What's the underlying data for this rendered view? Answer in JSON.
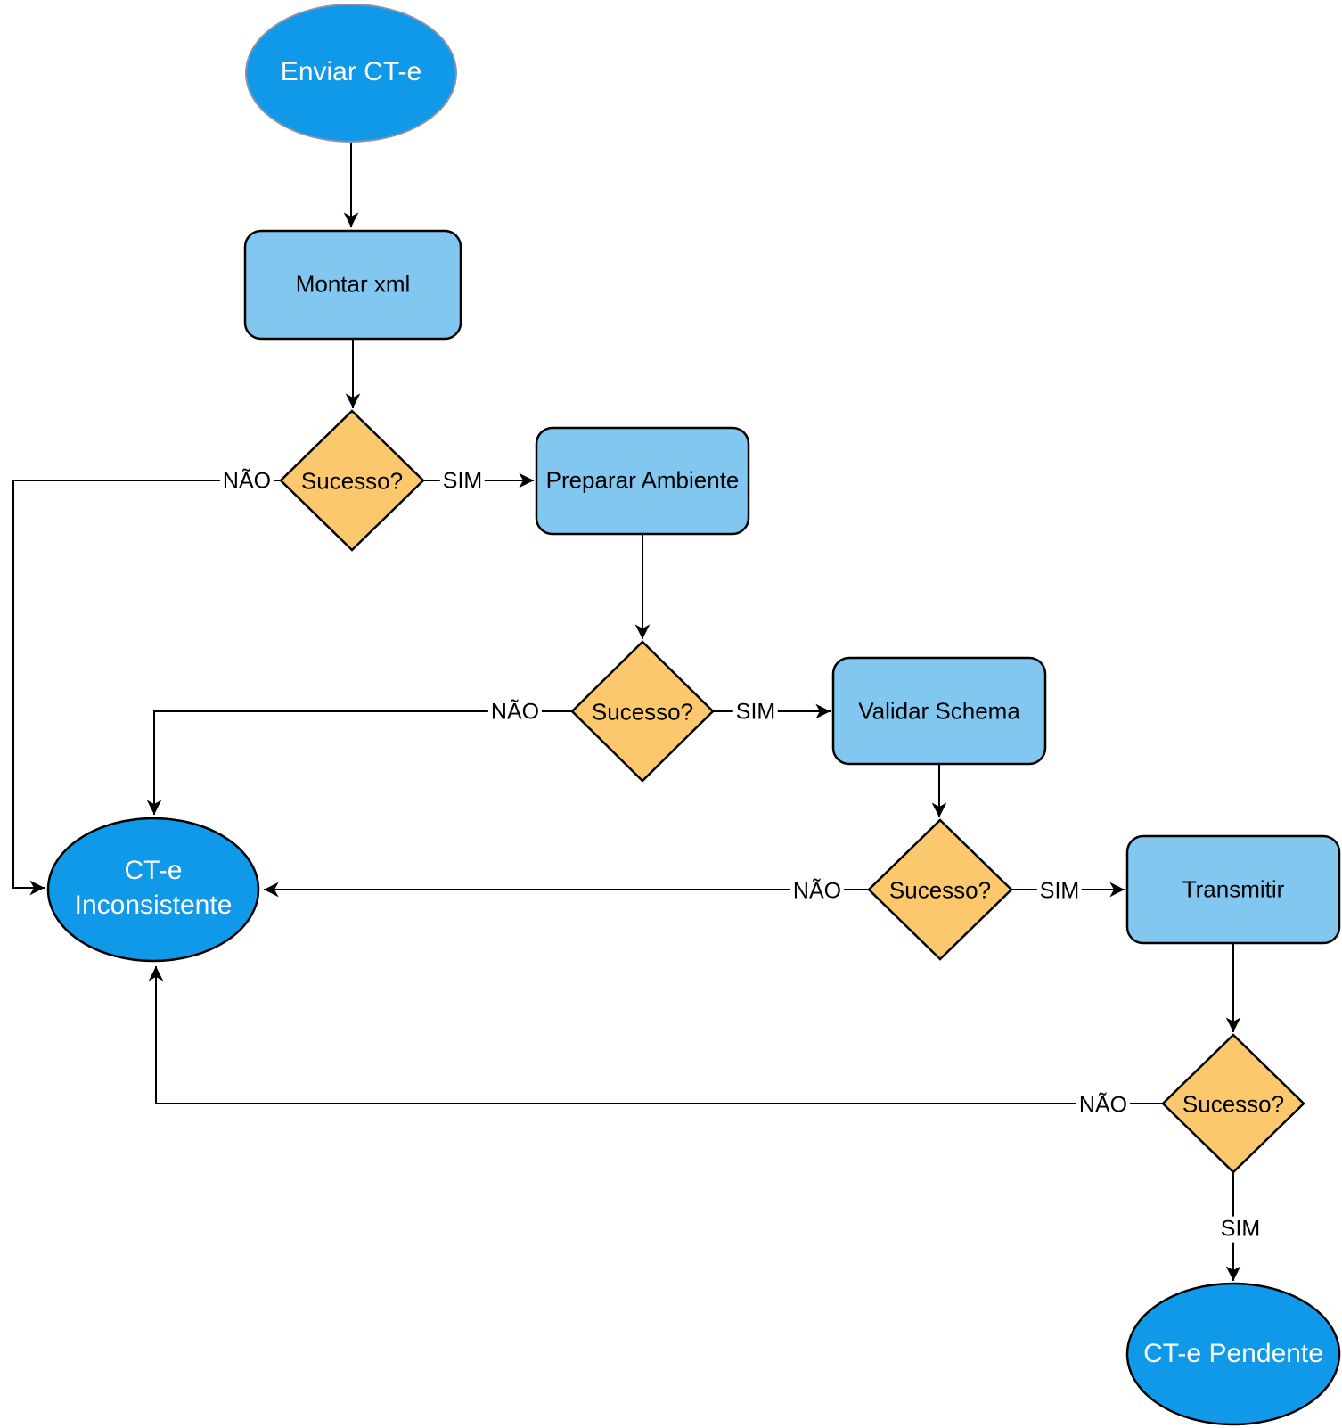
{
  "diagram": {
    "colors": {
      "terminal_fill": "#0F99E8",
      "process_fill": "#82C7EF",
      "decision_fill": "#FBC86D",
      "node_stroke": "#000000",
      "start_stroke": "#8E90A8",
      "edge_color": "#000000",
      "terminal_text": "#FFFFFF",
      "node_text": "#000000",
      "background": "#FFFFFF"
    },
    "nodes": {
      "start": {
        "label": "Enviar CT-e"
      },
      "montar_xml": {
        "label": "Montar xml"
      },
      "decision_1": {
        "label": "Sucesso?"
      },
      "preparar_ambiente": {
        "label": "Preparar Ambiente"
      },
      "decision_2": {
        "label": "Sucesso?"
      },
      "validar_schema": {
        "label": "Validar Schema"
      },
      "decision_3": {
        "label": "Sucesso?"
      },
      "transmitir": {
        "label": "Transmitir"
      },
      "decision_4": {
        "label": "Sucesso?"
      },
      "cte_inconsistente": {
        "label": "CT-e Inconsistente"
      },
      "cte_pendente": {
        "label": "CT-e Pendente"
      }
    },
    "edge_labels": {
      "decision_1_no": "NÃO",
      "decision_1_yes": "SIM",
      "decision_2_no": "NÃO",
      "decision_2_yes": "SIM",
      "decision_3_no": "NÃO",
      "decision_3_yes": "SIM",
      "decision_4_no": "NÃO",
      "decision_4_yes": "SIM"
    }
  }
}
